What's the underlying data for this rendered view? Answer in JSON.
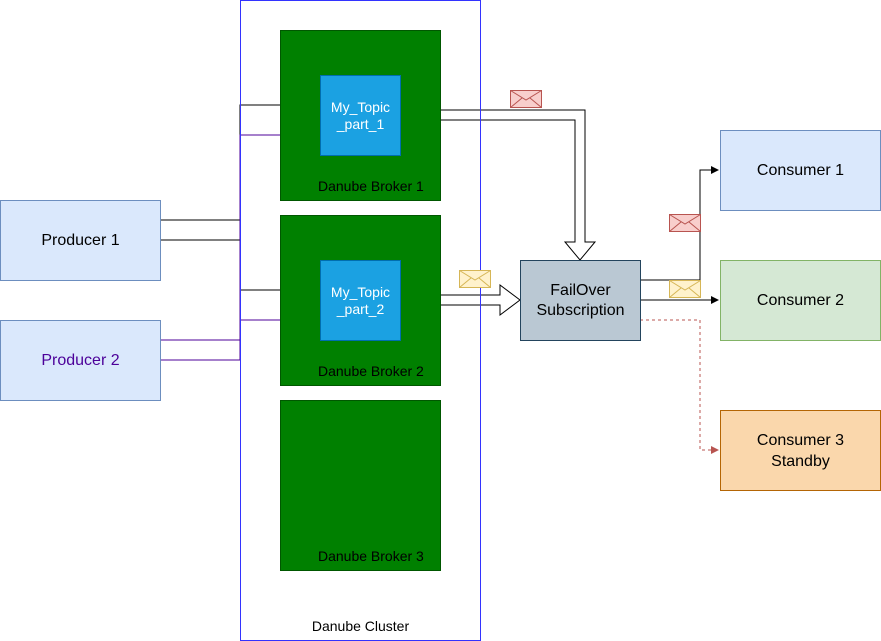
{
  "producers": [
    {
      "label": "Producer 1"
    },
    {
      "label": "Producer 2"
    }
  ],
  "cluster": {
    "label": "Danube Cluster"
  },
  "brokers": [
    {
      "label": "Danube Broker 1"
    },
    {
      "label": "Danube Broker 2"
    },
    {
      "label": "Danube Broker 3"
    }
  ],
  "topics": [
    {
      "label_line1": "My_Topic",
      "label_line2": "_part_1"
    },
    {
      "label_line1": "My_Topic",
      "label_line2": "_part_2"
    }
  ],
  "subscription": {
    "label_line1": "FailOver",
    "label_line2": "Subscription"
  },
  "consumers": [
    {
      "label_line1": "Consumer 1",
      "label_line2": ""
    },
    {
      "label_line1": "Consumer 2",
      "label_line2": ""
    },
    {
      "label_line1": "Consumer 3",
      "label_line2": "Standby"
    }
  ],
  "colors": {
    "producer1_edge": "#000000",
    "producer2_edge": "#4c0099",
    "standby_edge": "#b85450",
    "message_red_fill": "#f8cecc",
    "message_red_stroke": "#b85450",
    "message_yellow_fill": "#fff2cc",
    "message_yellow_stroke": "#d6b656"
  },
  "icons": [
    "envelope-icon"
  ]
}
